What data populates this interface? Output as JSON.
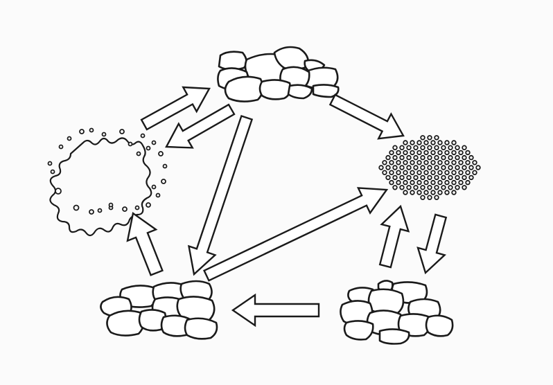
{
  "diagram": {
    "nodes": [
      {
        "id": "top-rock-pile",
        "depiction": "rock-pile"
      },
      {
        "id": "right-sediment-particles",
        "depiction": "particle-cluster"
      },
      {
        "id": "left-magma-blob",
        "depiction": "molten-blob"
      },
      {
        "id": "bottom-left-rock-pile",
        "depiction": "rock-pile"
      },
      {
        "id": "bottom-right-rock-pile",
        "depiction": "rock-pile"
      }
    ],
    "arrows": [
      {
        "from": "left-magma-blob",
        "to": "top-rock-pile"
      },
      {
        "from": "top-rock-pile",
        "to": "left-magma-blob"
      },
      {
        "from": "top-rock-pile",
        "to": "right-sediment-particles"
      },
      {
        "from": "top-rock-pile",
        "to": "bottom-left-rock-pile"
      },
      {
        "from": "bottom-left-rock-pile",
        "to": "right-sediment-particles"
      },
      {
        "from": "bottom-left-rock-pile",
        "to": "left-magma-blob"
      },
      {
        "from": "right-sediment-particles",
        "to": "bottom-right-rock-pile"
      },
      {
        "from": "bottom-right-rock-pile",
        "to": "right-sediment-particles"
      },
      {
        "from": "bottom-right-rock-pile",
        "to": "bottom-left-rock-pile"
      }
    ],
    "colors": {
      "stroke": "#1a1a1a",
      "fill": "#ffffff",
      "background": "#fbfbfb"
    }
  }
}
